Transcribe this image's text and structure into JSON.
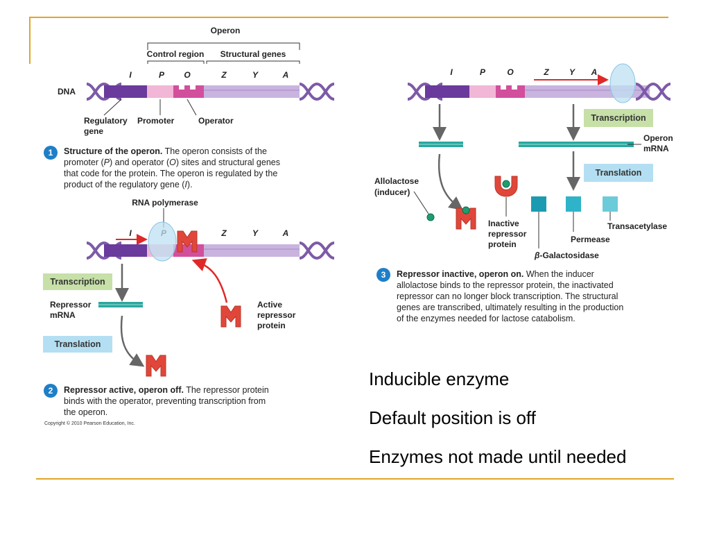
{
  "colors": {
    "accent_line": "#e0a526",
    "dna_purple": "#6a3a9c",
    "promoter_pink": "#f2b6d6",
    "operator_pink": "#d24f9c",
    "structural_lavender": "#c9b4df",
    "mrna_teal": "#2aa79f",
    "repressor_red": "#e0473a",
    "label_box_green": "#c6e0a8",
    "label_box_blue": "#b4dff2",
    "enzyme_teal": "#1b9bb2",
    "step_circle_blue": "#1e7fc7"
  },
  "panel1": {
    "operon_label": "Operon",
    "control_region_label": "Control region",
    "structural_genes_label": "Structural genes",
    "genes": [
      "I",
      "P",
      "O",
      "Z",
      "Y",
      "A"
    ],
    "dna_label": "DNA",
    "regulatory_label_1": "Regulatory",
    "regulatory_label_2": "gene",
    "promoter_label": "Promoter",
    "operator_label": "Operator",
    "step_number": "1",
    "caption_lead": "Structure of the operon.",
    "caption_line1": " The operon consists of the",
    "caption_line2a": "promoter (",
    "caption_line2b": "P",
    "caption_line2c": ") and operator (",
    "caption_line2d": "O",
    "caption_line2e": ") sites and structural genes",
    "caption_line3": "that code for the protein. The operon is regulated by the",
    "caption_line4a": "product of the regulatory gene (",
    "caption_line4b": "I",
    "caption_line4c": ")."
  },
  "panel2": {
    "rna_polymerase_label": "RNA polymerase",
    "genes": [
      "I",
      "P",
      "Z",
      "Y",
      "A"
    ],
    "transcription_label": "Transcription",
    "repressor_mrna_label_1": "Repressor",
    "repressor_mrna_label_2": "mRNA",
    "translation_label": "Translation",
    "active_repressor_label_1": "Active",
    "active_repressor_label_2": "repressor",
    "active_repressor_label_3": "protein",
    "step_number": "2",
    "caption_lead": "Repressor active, operon off.",
    "caption_line1": " The repressor protein",
    "caption_line2": "binds with the operator, preventing transcription from",
    "caption_line3": "the operon.",
    "copyright": "Copyright © 2010 Pearson Education, Inc."
  },
  "panel3": {
    "genes": [
      "I",
      "P",
      "O",
      "Z",
      "Y",
      "A"
    ],
    "transcription_label": "Transcription",
    "operon_mrna_label_1": "Operon",
    "operon_mrna_label_2": "mRNA",
    "translation_label": "Translation",
    "allolactose_label_1": "Allolactose",
    "allolactose_label_2": "(inducer)",
    "inactive_repressor_label_1": "Inactive",
    "inactive_repressor_label_2": "repressor",
    "inactive_repressor_label_3": "protein",
    "galactosidase_prefix": "β",
    "galactosidase_label": "-Galactosidase",
    "permease_label": "Permease",
    "transacetylase_label": "Transacetylase",
    "step_number": "3",
    "caption_lead": "Repressor inactive, operon on.",
    "caption_line1": " When the inducer",
    "caption_line2": "allolactose binds to the repressor protein, the inactivated",
    "caption_line3": "repressor can no longer block transcription. The structural",
    "caption_line4": "genes are transcribed, ultimately resulting in the production",
    "caption_line5": "of the enzymes needed for lactose catabolism."
  },
  "bullets": [
    "Inducible enzyme",
    "Default position is off",
    "Enzymes not made until needed"
  ]
}
